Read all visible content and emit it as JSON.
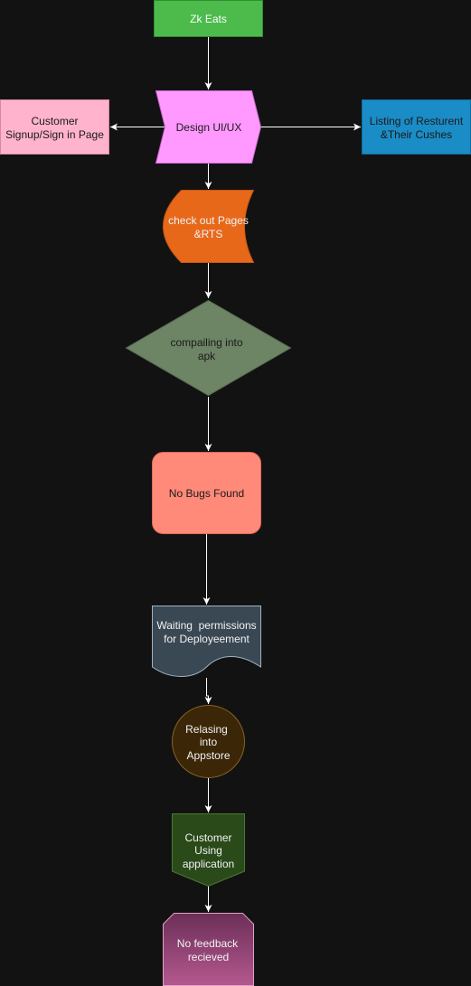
{
  "diagram": {
    "nodes": {
      "zk_eats": {
        "label": "Zk Eats",
        "fill": "#4cbb4c",
        "stroke": "#2d8f2d",
        "text_color": "#ffffff"
      },
      "design_ui_ux": {
        "label": "Design UI/UX",
        "fill": "#ff99ff",
        "stroke": "#cc66cc",
        "text_color": "#1a1a1a"
      },
      "customer_signup": {
        "label_line1": "Customer",
        "label_line2": "Signup/Sign in Page",
        "fill": "#ffb3cc",
        "stroke": "#d48aa3",
        "text_color": "#1a1a1a"
      },
      "listing_restaurant": {
        "label_line1": "Listing of Resturent",
        "label_line2": "&Their Cushes",
        "fill": "#1a8cc6",
        "stroke": "#0d6fa3",
        "text_color": "#1a1a1a"
      },
      "checkout_pages": {
        "label_line1": "check out Pages",
        "label_line2": "&RTS",
        "fill": "#e8681a",
        "stroke": "#c45512",
        "text_color": "#f2f2f2"
      },
      "compiling_apk": {
        "label_line1": "compailing into",
        "label_line2": "apk",
        "fill": "#6d8465",
        "stroke": "#566b50",
        "text_color": "#1a1a1a"
      },
      "no_bugs": {
        "label": "No Bugs Found",
        "fill": "#ff8a7a",
        "stroke": "#e06a5a",
        "text_color": "#1a1a1a"
      },
      "waiting_permissions": {
        "label_line1": "Waiting  permissions",
        "label_line2": "for Deployeement",
        "fill": "#3a4853",
        "stroke": "#9fb3c2",
        "text_color": "#f2f2f2"
      },
      "releasing_appstore": {
        "label_line1": "Relasing",
        "label_line2": "into",
        "label_line3": "Appstore",
        "fill": "#3b2607",
        "stroke": "#8a6322",
        "text_color": "#f2f2f2"
      },
      "customer_using": {
        "label_line1": "Customer",
        "label_line2": "Using",
        "label_line3": "application",
        "fill": "#2a4a1a",
        "stroke": "#4a7a32",
        "text_color": "#f2f2f2"
      },
      "no_feedback": {
        "label_line1": "No feedback",
        "label_line2": "recieved",
        "fill": "#b5588f",
        "stroke": "#e0a0c8",
        "text_color": "#f2f2f2"
      }
    },
    "edges": [
      {
        "from": "zk_eats",
        "to": "design_ui_ux"
      },
      {
        "from": "design_ui_ux",
        "to": "customer_signup"
      },
      {
        "from": "design_ui_ux",
        "to": "listing_restaurant"
      },
      {
        "from": "design_ui_ux",
        "to": "checkout_pages"
      },
      {
        "from": "checkout_pages",
        "to": "compiling_apk"
      },
      {
        "from": "compiling_apk",
        "to": "no_bugs"
      },
      {
        "from": "no_bugs",
        "to": "waiting_permissions"
      },
      {
        "from": "waiting_permissions",
        "to": "releasing_appstore"
      },
      {
        "from": "releasing_appstore",
        "to": "customer_using"
      },
      {
        "from": "customer_using",
        "to": "no_feedback"
      }
    ],
    "edge_color": "#ffffff",
    "background": "#121212"
  }
}
